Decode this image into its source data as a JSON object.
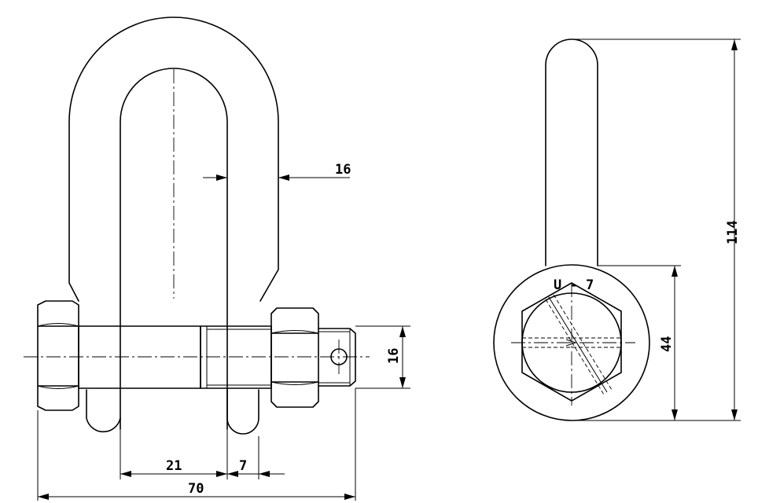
{
  "front_view": {
    "dimensions": {
      "body_thickness": "16",
      "pin_diameter": "16",
      "inner_width": "21",
      "nut_offset": "7",
      "overall_length": "70"
    }
  },
  "side_view": {
    "marking": "U - 7",
    "dimensions": {
      "overall_height": "114",
      "eye_diameter": "44"
    }
  }
}
